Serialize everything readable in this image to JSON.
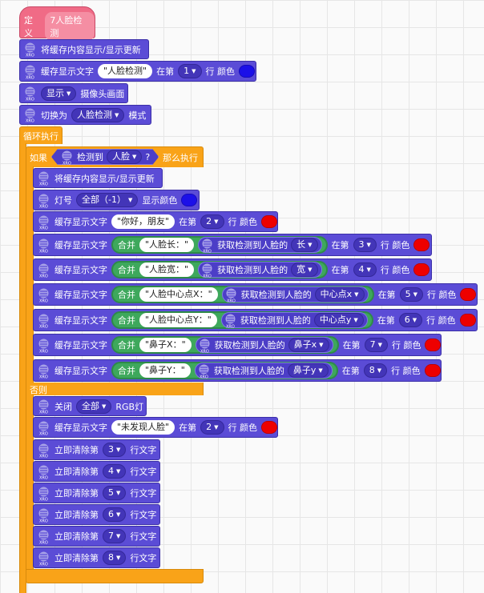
{
  "colors": {
    "canvas": "#fafafa",
    "block": "#5b4cd6",
    "control": "#f9a318",
    "hat": "#f06b86",
    "logic": "#3ea85c",
    "red": "#ee0000",
    "blue": "#1c10e8"
  },
  "icons": {
    "module": "dot-matrix-module-icon"
  },
  "hat": {
    "define": "定义",
    "name": "7人脸检测"
  },
  "top": {
    "refresh": "将缓存内容显示/显示更新",
    "cache_label": "缓存显示文字",
    "cache_text": "\"人脸检测\"",
    "row_at": "在第",
    "row_num": "1",
    "row_word": "行 颜色",
    "show_label": "显示",
    "show_content": "摄像头画面",
    "switch_label": "切换为",
    "switch_mode": "人脸检测",
    "mode_word": "模式"
  },
  "loop": {
    "label": "循环执行"
  },
  "if": {
    "if_label": "如果",
    "detect_label": "检测到",
    "detect_target": "人脸",
    "q": "?",
    "then_label": "那么执行",
    "else_label": "否则"
  },
  "body": {
    "refresh": "将缓存内容显示/显示更新",
    "light_label": "灯号",
    "light_all": "全部（-1）",
    "light_show": "显示颜色",
    "cache_label": "缓存显示文字",
    "at": "在第",
    "row_word": "行 颜色",
    "join": "合并",
    "get": "获取检测到人脸的",
    "hello": "\"你好，朋友\"",
    "hello_row": "2",
    "len_text": "\"人脸长：\"",
    "len_prop": "长",
    "len_row": "3",
    "wid_text": "\"人脸宽：\"",
    "wid_prop": "宽",
    "wid_row": "4",
    "cx_text": "\"人脸中心点X：\"",
    "cx_prop": "中心点x",
    "cx_row": "5",
    "cy_text": "\"人脸中心点Y：\"",
    "cy_prop": "中心点y",
    "cy_row": "6",
    "nx_text": "\"鼻子X：\"",
    "nx_prop": "鼻子x",
    "nx_row": "7",
    "ny_text": "\"鼻子Y：\"",
    "ny_prop": "鼻子y",
    "ny_row": "8"
  },
  "else_body": {
    "off_label": "关闭",
    "off_all": "全部",
    "off_rgb": "RGB灯",
    "cache_label": "缓存显示文字",
    "nf_text": "\"未发现人脸\"",
    "at": "在第",
    "nf_row": "2",
    "row_word": "行 颜色",
    "clear_label": "立即清除第",
    "clear_suffix": "行文字",
    "clear_rows": [
      "3",
      "4",
      "5",
      "6",
      "7",
      "8"
    ]
  }
}
